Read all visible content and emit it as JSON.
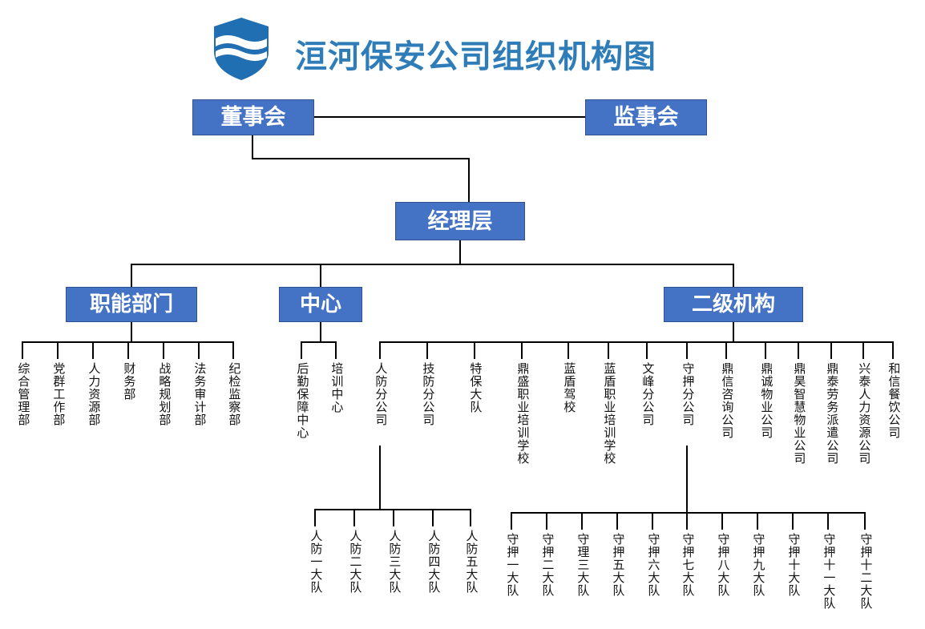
{
  "header": {
    "title": "洹河保安公司组织机构图",
    "logo_name": "shield-logo",
    "title_color": "#2E7DB8",
    "logo_color": "#1F6FB2"
  },
  "theme": {
    "box_fill": "#4472C4",
    "box_border": "#2F528F",
    "box_text": "#FFFFFF",
    "line_color": "#000000",
    "leaf_text": "#111111",
    "background": "#FFFFFF"
  },
  "boxes": {
    "board": "董事会",
    "supervisors": "监事会",
    "management": "经理层",
    "functional": "职能部门",
    "center": "中心",
    "secondary": "二级机构"
  },
  "functional_departments": [
    "综合管理部",
    "党群工作部",
    "人力资源部",
    "财务部",
    "战略规划部",
    "法务审计部",
    "纪检监察部"
  ],
  "centers": [
    "后勤保障中心",
    "培训中心"
  ],
  "secondary_institutions": [
    "人防分公司",
    "技防分公司",
    "特保大队",
    "鼎盛职业培训学校",
    "蓝盾驾校",
    "蓝盾职业培训学校",
    "文峰分公司",
    "守押分公司",
    "鼎信咨询公司",
    "鼎诚物业公司",
    "鼎昊智慧物业公司",
    "鼎泰劳务派遣公司",
    "兴泰人力资源公司",
    "和信餐饮公司"
  ],
  "civil_defense_squads": [
    "人防一大队",
    "人防二大队",
    "人防三大队",
    "人防四大队",
    "人防五大队"
  ],
  "escort_squads": [
    "守押一大队",
    "守押二大队",
    "守理三大队",
    "守押五大队",
    "守押六大队",
    "守押七大队",
    "守押八大队",
    "守押九大队",
    "守押十大队",
    "守押十一大队",
    "守押十二大队"
  ],
  "chart_data": {
    "type": "diagram",
    "title": "洹河保安公司组织机构图",
    "root": "董事会",
    "nodes": [
      {
        "id": "board",
        "label": "董事会",
        "level": 1,
        "parent": null
      },
      {
        "id": "supervisors",
        "label": "监事会",
        "level": 1,
        "parent": "board",
        "relation": "peer-link"
      },
      {
        "id": "management",
        "label": "经理层",
        "level": 2,
        "parent": "board"
      },
      {
        "id": "functional",
        "label": "职能部门",
        "level": 3,
        "parent": "management",
        "children_count": 7
      },
      {
        "id": "center",
        "label": "中心",
        "level": 3,
        "parent": "management",
        "children_count": 2
      },
      {
        "id": "secondary",
        "label": "二级机构",
        "level": 3,
        "parent": "management",
        "children_count": 14
      },
      {
        "id": "civil-defense",
        "label": "人防分公司",
        "level": 4,
        "parent": "secondary",
        "children_count": 5
      },
      {
        "id": "escort",
        "label": "守押分公司",
        "level": 4,
        "parent": "secondary",
        "children_count": 11
      }
    ]
  }
}
